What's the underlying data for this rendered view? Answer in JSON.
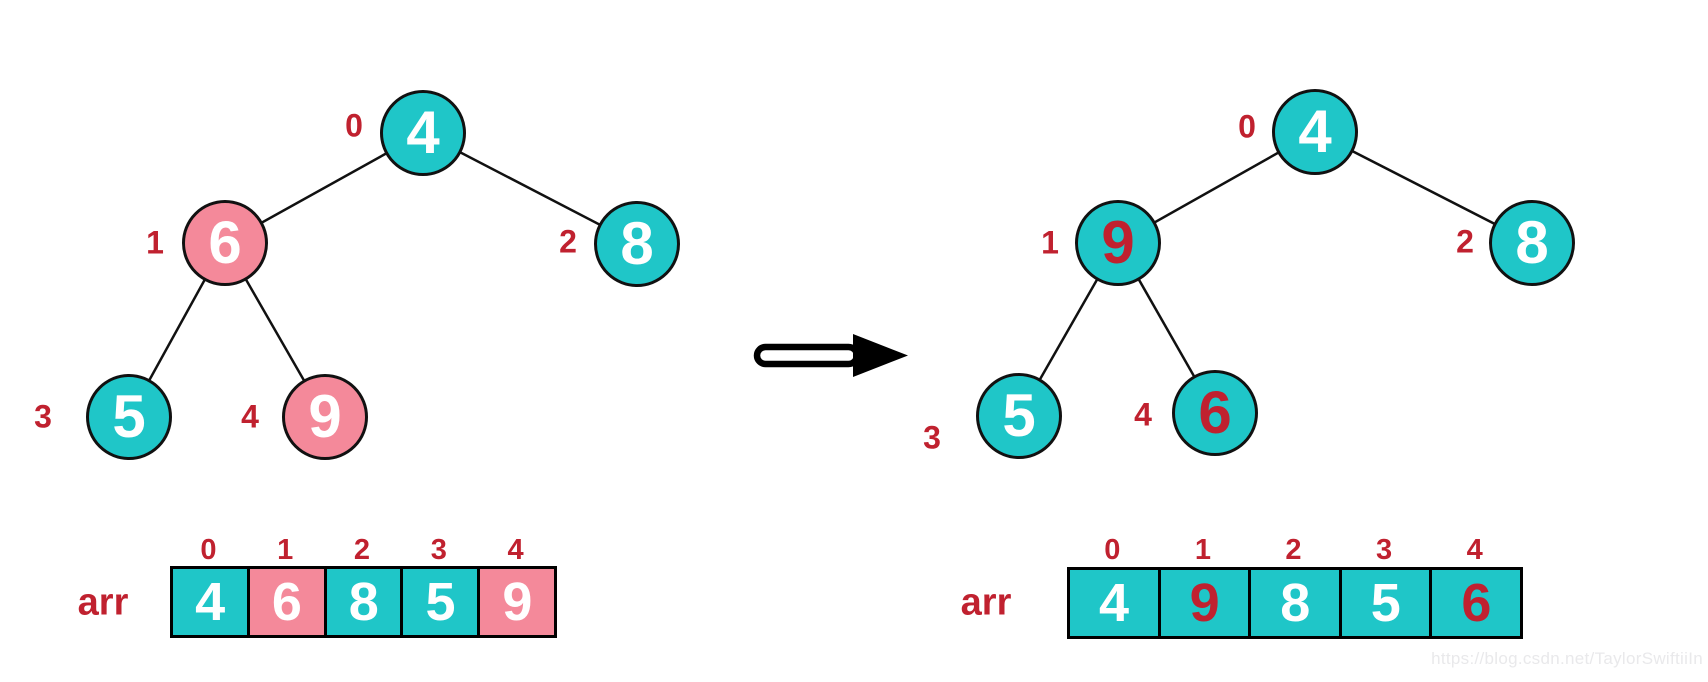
{
  "palette": {
    "teal": "#1FC6C8",
    "pink": "#F4899A",
    "red": "#C0212F",
    "white": "#FFFFFF",
    "black": "#111111",
    "watermark_gray": "#E9E9EB"
  },
  "before": {
    "tree": {
      "nodes": [
        {
          "index": "0",
          "value": "4",
          "fill": "teal",
          "text_color": "white"
        },
        {
          "index": "1",
          "value": "6",
          "fill": "pink",
          "text_color": "white"
        },
        {
          "index": "2",
          "value": "8",
          "fill": "teal",
          "text_color": "white"
        },
        {
          "index": "3",
          "value": "5",
          "fill": "teal",
          "text_color": "white"
        },
        {
          "index": "4",
          "value": "9",
          "fill": "pink",
          "text_color": "white"
        }
      ]
    },
    "array": {
      "label": "arr",
      "indices": [
        "0",
        "1",
        "2",
        "3",
        "4"
      ],
      "cells": [
        {
          "value": "4",
          "fill": "teal",
          "text_color": "white"
        },
        {
          "value": "6",
          "fill": "pink",
          "text_color": "white"
        },
        {
          "value": "8",
          "fill": "teal",
          "text_color": "white"
        },
        {
          "value": "5",
          "fill": "teal",
          "text_color": "white"
        },
        {
          "value": "9",
          "fill": "pink",
          "text_color": "white"
        }
      ]
    }
  },
  "after": {
    "tree": {
      "nodes": [
        {
          "index": "0",
          "value": "4",
          "fill": "teal",
          "text_color": "white"
        },
        {
          "index": "1",
          "value": "9",
          "fill": "teal",
          "text_color": "red"
        },
        {
          "index": "2",
          "value": "8",
          "fill": "teal",
          "text_color": "white"
        },
        {
          "index": "3",
          "value": "5",
          "fill": "teal",
          "text_color": "white"
        },
        {
          "index": "4",
          "value": "6",
          "fill": "teal",
          "text_color": "red"
        }
      ]
    },
    "array": {
      "label": "arr",
      "indices": [
        "0",
        "1",
        "2",
        "3",
        "4"
      ],
      "cells": [
        {
          "value": "4",
          "fill": "teal",
          "text_color": "white"
        },
        {
          "value": "9",
          "fill": "teal",
          "text_color": "red"
        },
        {
          "value": "8",
          "fill": "teal",
          "text_color": "white"
        },
        {
          "value": "5",
          "fill": "teal",
          "text_color": "white"
        },
        {
          "value": "6",
          "fill": "teal",
          "text_color": "red"
        }
      ]
    }
  },
  "arrow": {
    "icon": "arrow-right-icon"
  },
  "watermark": {
    "text": "https://blog.csdn.net/TaylorSwiftiiIn"
  }
}
